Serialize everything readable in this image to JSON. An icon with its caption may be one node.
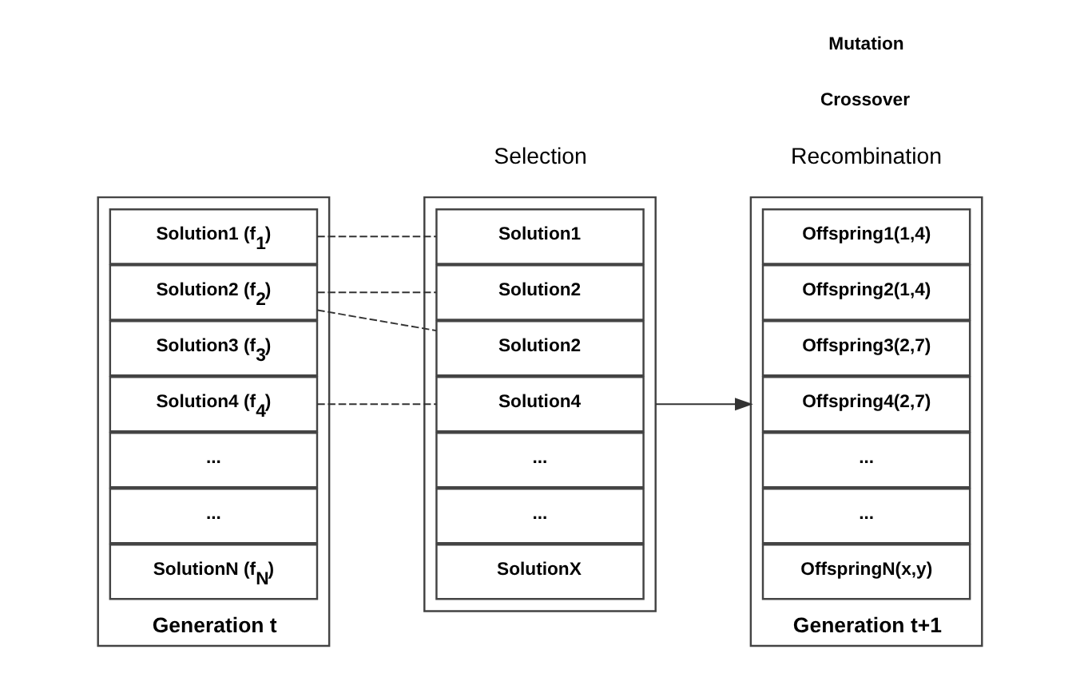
{
  "diagram": {
    "nodes": [
      {
        "text": [
          "Generation t"
        ]
      },
      {
        "text": [
          "Solution1 (f$_{1}$)"
        ],
        "in": 0
      },
      {
        "text": [
          "Solution2 (f$_{2}$)"
        ],
        "in": 0
      },
      {
        "text": [
          "Solution3 (f$_{3}$)"
        ],
        "in": 0
      },
      {
        "text": [
          "Solution4 (f$_{4}$)"
        ],
        "in": 0
      },
      {
        "text": [
          "..."
        ],
        "in": 0
      },
      {
        "text": [
          "..."
        ],
        "in": 0
      },
      {
        "text": [
          "SolutionN (f$_{N}$)"
        ],
        "in": 0
      },
      {
        "text": [],
        "shape": "box"
      },
      {
        "text": [
          "Solution1"
        ],
        "in": 8
      },
      {
        "text": [
          "Solution2"
        ],
        "in": 8
      },
      {
        "text": [
          "Solution2"
        ],
        "in": 8
      },
      {
        "text": [
          "Solution4"
        ],
        "in": 8
      },
      {
        "text": [
          "..."
        ],
        "in": 8
      },
      {
        "text": [
          "..."
        ],
        "in": 8
      },
      {
        "text": [
          "SolutionX"
        ],
        "in": 8
      },
      {
        "text": [
          "Generation t+1"
        ]
      },
      {
        "text": [
          "Offspring1(1,4)"
        ],
        "in": 16
      },
      {
        "text": [
          "Offspring2(1,4)"
        ],
        "in": 16
      },
      {
        "text": [
          "Offspring3(2,7)"
        ],
        "in": 16
      },
      {
        "text": [
          "Offspring4(2,7)"
        ],
        "in": 16
      },
      {
        "text": [
          "..."
        ],
        "in": 16
      },
      {
        "text": [
          "..."
        ],
        "in": 16
      },
      {
        "text": [
          "OffspringN(x,y)"
        ],
        "in": 16
      }
    ],
    "edges": [
      {
        "from": 1,
        "to": 9,
        "arrow": "none",
        "style": "dashed"
      },
      {
        "from": 2,
        "to": 10,
        "arrow": "none",
        "style": "dashed"
      },
      {
        "from": 2,
        "to": 11,
        "arrow": "none",
        "style": "dashed"
      },
      {
        "from": 4,
        "to": 12,
        "arrow": "none",
        "style": "dashed"
      },
      {
        "from": 8,
        "to": 16,
        "arrow": "to"
      }
    ],
    "labels": [
      "Selection",
      "Recombination",
      "Crossover",
      "Mutation"
    ]
  }
}
